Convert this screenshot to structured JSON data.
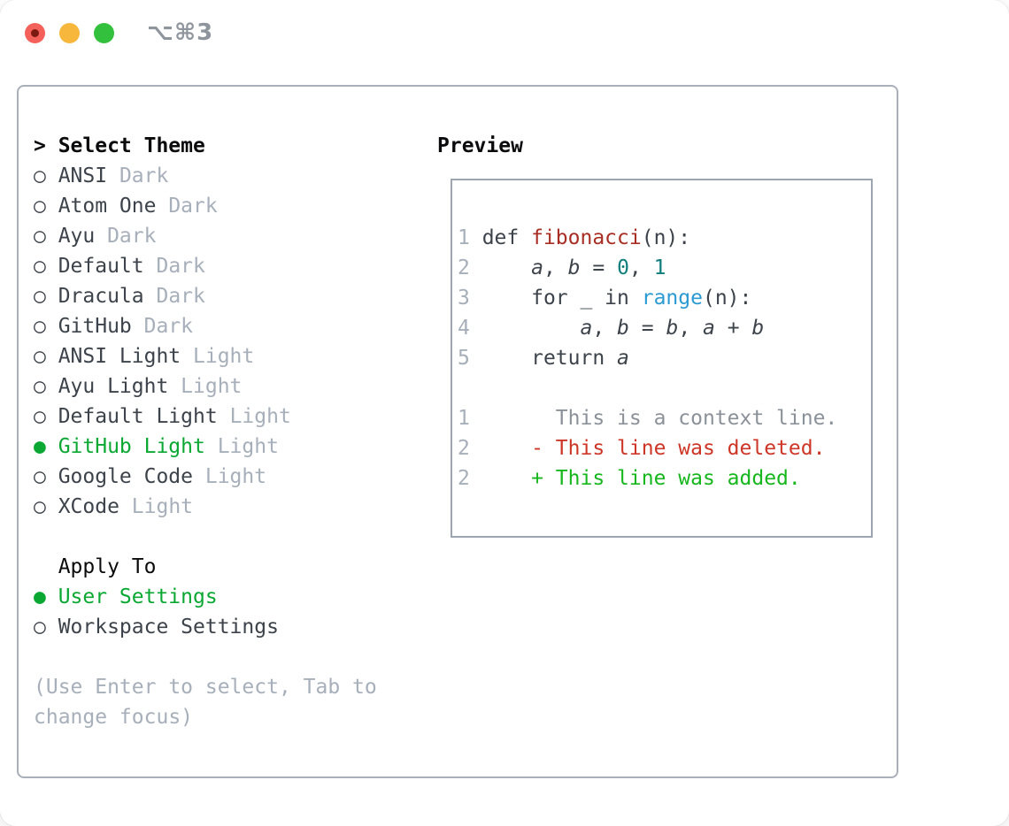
{
  "window": {
    "title": "⌥⌘3",
    "traffic_lights": [
      "close",
      "minimize",
      "zoom"
    ]
  },
  "theme_list": {
    "header_prefix": ">",
    "header": "Select Theme",
    "marker_unselected": "○",
    "marker_selected": "●",
    "themes": [
      {
        "name": "ANSI",
        "variant": "Dark",
        "selected": false
      },
      {
        "name": "Atom One",
        "variant": "Dark",
        "selected": false
      },
      {
        "name": "Ayu",
        "variant": "Dark",
        "selected": false
      },
      {
        "name": "Default",
        "variant": "Dark",
        "selected": false
      },
      {
        "name": "Dracula",
        "variant": "Dark",
        "selected": false
      },
      {
        "name": "GitHub",
        "variant": "Dark",
        "selected": false
      },
      {
        "name": "ANSI Light",
        "variant": "Light",
        "selected": false
      },
      {
        "name": "Ayu Light",
        "variant": "Light",
        "selected": false
      },
      {
        "name": "Default Light",
        "variant": "Light",
        "selected": false
      },
      {
        "name": "GitHub Light",
        "variant": "Light",
        "selected": true
      },
      {
        "name": "Google Code",
        "variant": "Light",
        "selected": false
      },
      {
        "name": "XCode",
        "variant": "Light",
        "selected": false
      }
    ]
  },
  "apply_to": {
    "label": "Apply To",
    "options": [
      {
        "label": "User Settings",
        "selected": true
      },
      {
        "label": "Workspace Settings",
        "selected": false
      }
    ]
  },
  "hint": {
    "lines": [
      "(Use Enter to select, Tab to",
      "change focus)"
    ]
  },
  "preview": {
    "header": "Preview",
    "lines": [
      [],
      [
        {
          "t": "1 ",
          "s": "ln"
        },
        {
          "t": "def ",
          "s": "code"
        },
        {
          "t": "fibonacci",
          "s": "fn"
        },
        {
          "t": "(n):",
          "s": "code"
        }
      ],
      [
        {
          "t": "2 ",
          "s": "ln"
        },
        {
          "t": "    ",
          "s": "code"
        },
        {
          "t": "a",
          "s": "var"
        },
        {
          "t": ", ",
          "s": "code"
        },
        {
          "t": "b",
          "s": "var"
        },
        {
          "t": " = ",
          "s": "code"
        },
        {
          "t": "0",
          "s": "num"
        },
        {
          "t": ", ",
          "s": "code"
        },
        {
          "t": "1",
          "s": "num"
        }
      ],
      [
        {
          "t": "3 ",
          "s": "ln"
        },
        {
          "t": "    for _ in ",
          "s": "code"
        },
        {
          "t": "range",
          "s": "call"
        },
        {
          "t": "(n):",
          "s": "code"
        }
      ],
      [
        {
          "t": "4 ",
          "s": "ln"
        },
        {
          "t": "        ",
          "s": "code"
        },
        {
          "t": "a",
          "s": "var"
        },
        {
          "t": ", ",
          "s": "code"
        },
        {
          "t": "b",
          "s": "var"
        },
        {
          "t": " = ",
          "s": "code"
        },
        {
          "t": "b",
          "s": "var"
        },
        {
          "t": ", ",
          "s": "code"
        },
        {
          "t": "a",
          "s": "var"
        },
        {
          "t": " + ",
          "s": "code"
        },
        {
          "t": "b",
          "s": "var"
        }
      ],
      [
        {
          "t": "5 ",
          "s": "ln"
        },
        {
          "t": "    return ",
          "s": "code"
        },
        {
          "t": "a",
          "s": "var"
        }
      ],
      [],
      [
        {
          "t": "1 ",
          "s": "ln"
        },
        {
          "t": "      This is a context line.",
          "s": "ctx"
        }
      ],
      [
        {
          "t": "2 ",
          "s": "ln"
        },
        {
          "t": "    - This line was deleted.",
          "s": "del"
        }
      ],
      [
        {
          "t": "2 ",
          "s": "ln"
        },
        {
          "t": "    + This line was added.",
          "s": "add"
        }
      ]
    ]
  },
  "colors": {
    "panel-border": "#a9b0ba",
    "box-border": "#9da5b0",
    "text-strong": "#0b0b0d",
    "text-dark": "#3d434b",
    "text-muted": "#a7afba",
    "accent-green": "#0aa832",
    "ctx-gray": "#8b9198",
    "del-red": "#cd3626",
    "add-green": "#16b71c",
    "fn-red": "#a82e24",
    "num-teal": "#0f7d7c",
    "call-blue": "#2b9ad3",
    "title-gray": "#8f959c",
    "tl-red": "#f4605a",
    "tl-red-dot": "#7c1a12",
    "tl-yellow": "#f6b73c",
    "tl-green": "#33c03c"
  }
}
